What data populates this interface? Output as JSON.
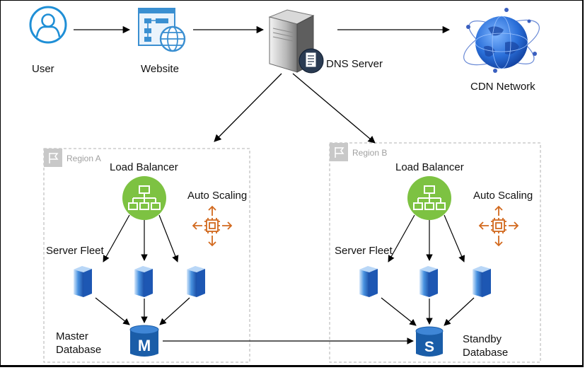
{
  "nodes": {
    "user": "User",
    "website": "Website",
    "dns_server": "DNS Server",
    "cdn_network": "CDN Network"
  },
  "regions": [
    {
      "name": "Region A",
      "load_balancer": "Load Balancer",
      "auto_scaling": "Auto Scaling",
      "server_fleet": "Server Fleet",
      "database_line1": "Master",
      "database_line2": "Database",
      "db_letter": "M"
    },
    {
      "name": "Region B",
      "load_balancer": "Load Balancer",
      "auto_scaling": "Auto Scaling",
      "server_fleet": "Server Fleet",
      "database_line1": "Standby",
      "database_line2": "Database",
      "db_letter": "S"
    }
  ],
  "colors": {
    "user_icon": "#1f8fd6",
    "website_icon": "#3a8fd1",
    "load_balancer": "#7dc242",
    "auto_scaling": "#d2691e",
    "server": "#2f7ad1",
    "database": "#1a5da8",
    "region_border": "#b0b0b0",
    "globe": "#2a6fd9"
  }
}
